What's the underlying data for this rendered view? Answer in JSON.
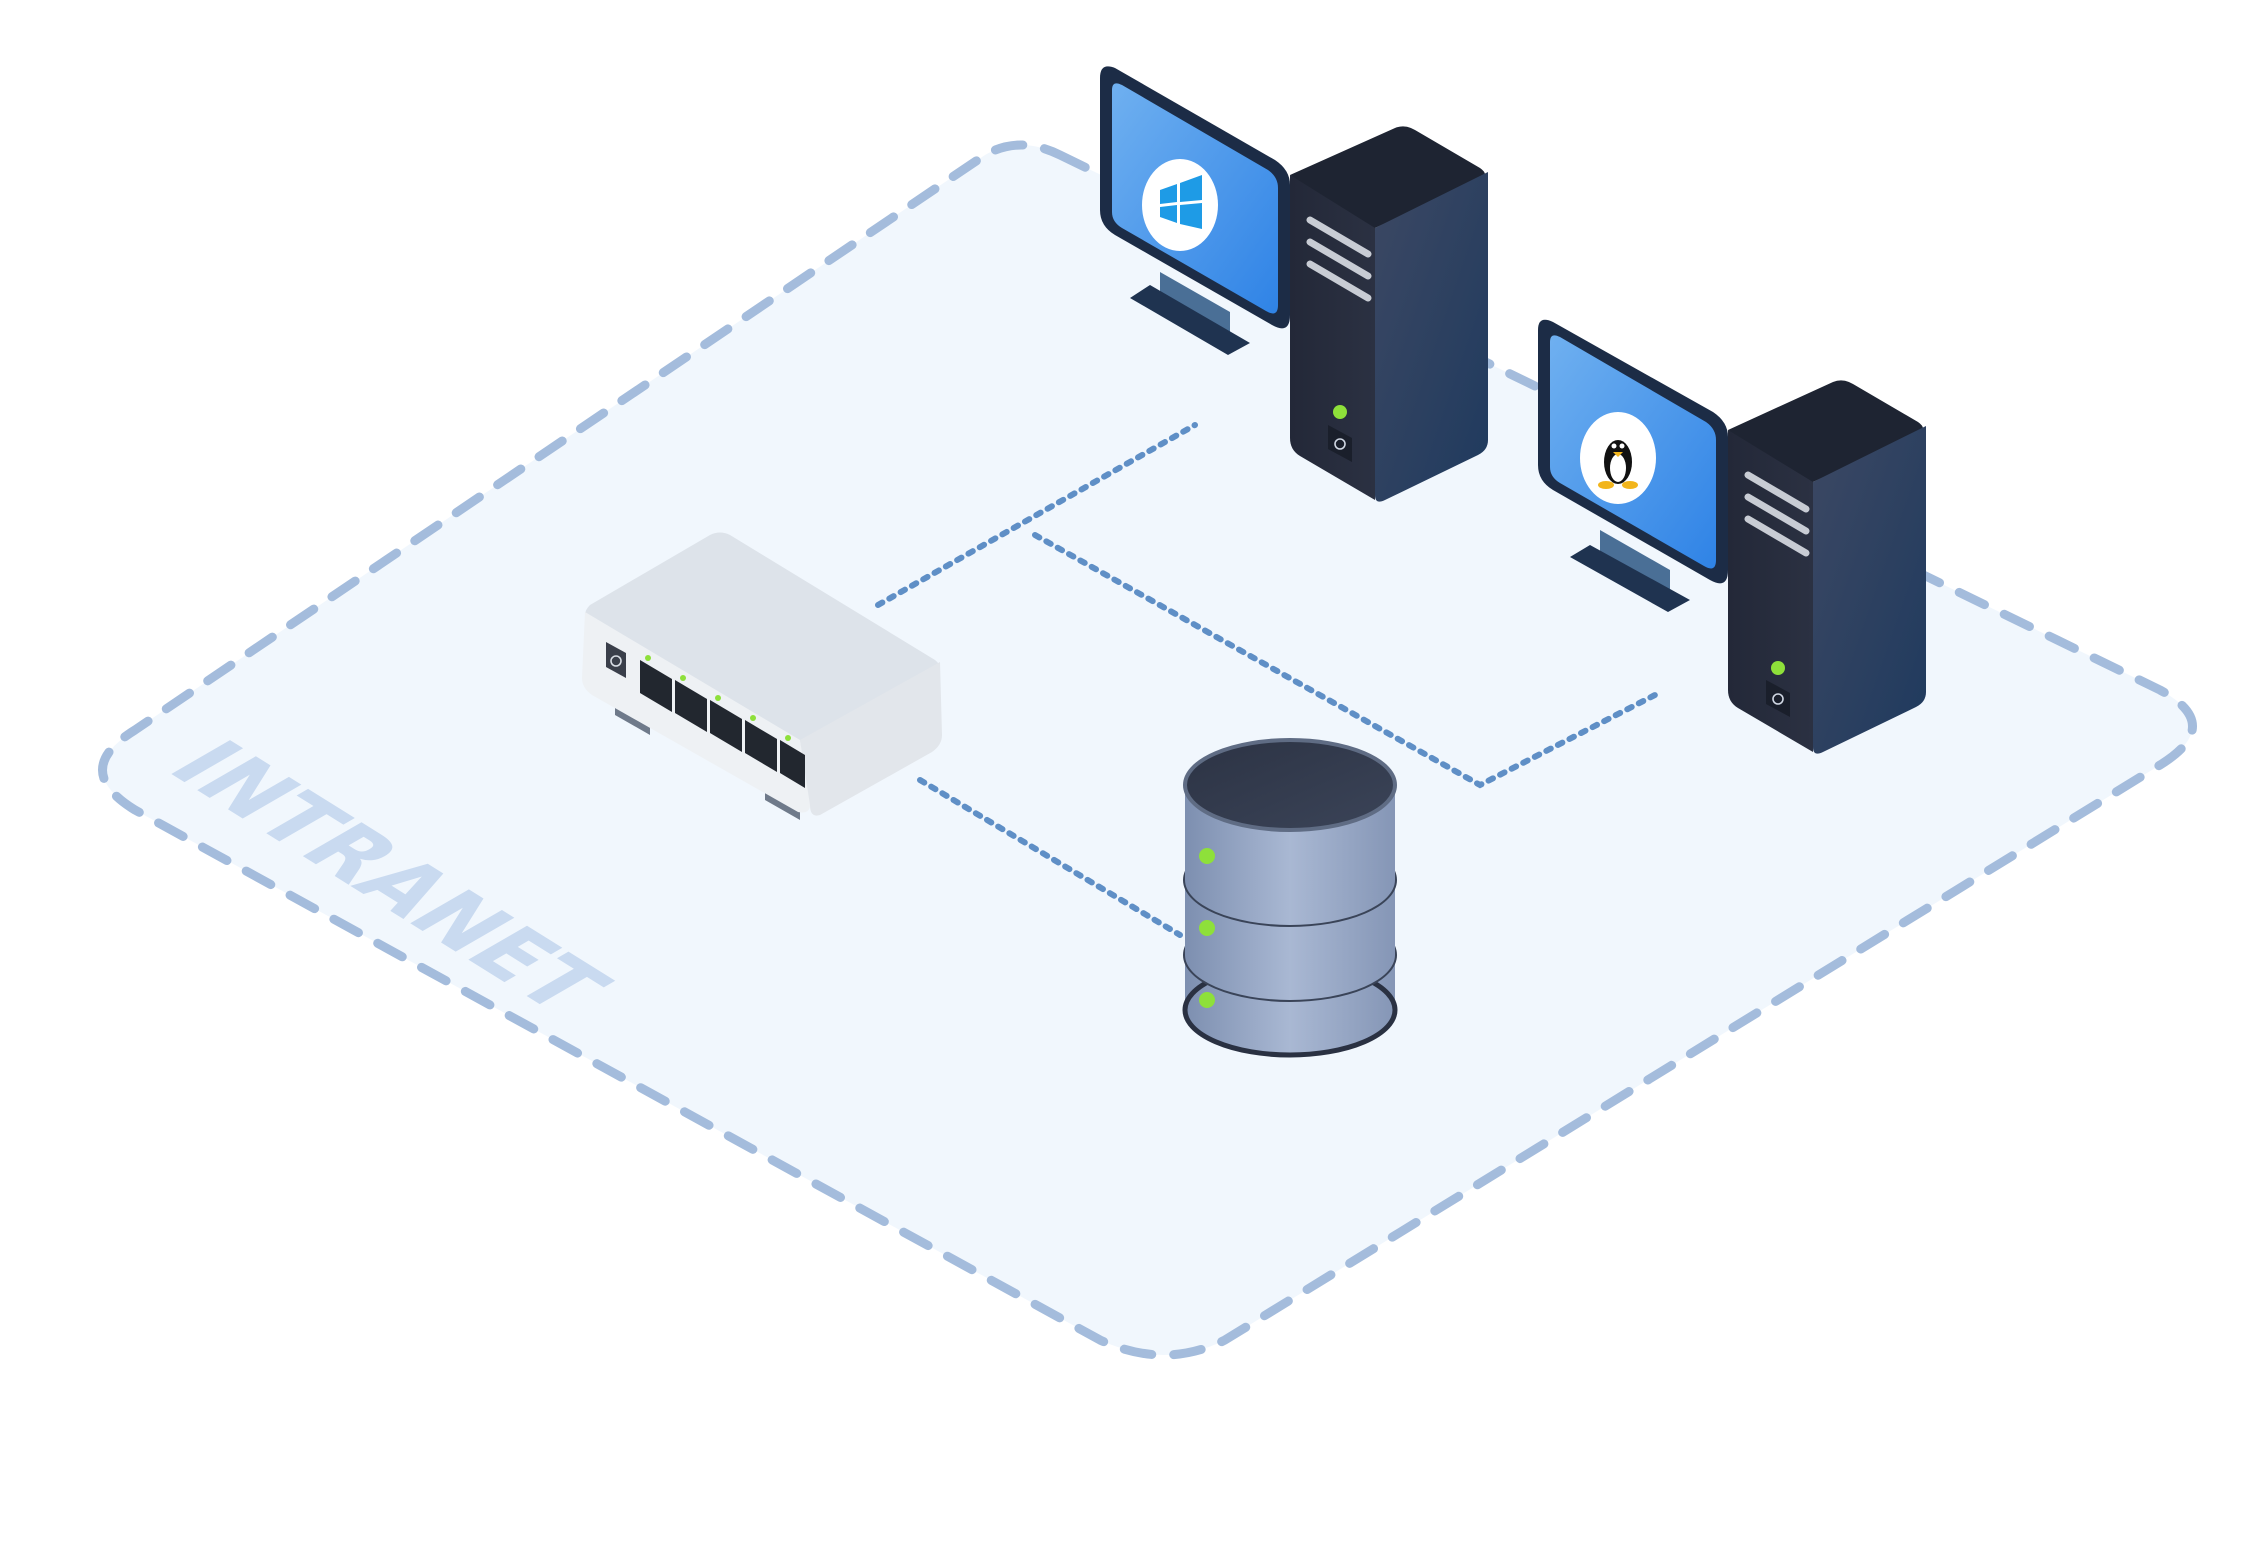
{
  "zone": {
    "label": "INTRANET",
    "fill": "#f1f7fd",
    "border": "#a4bcdc",
    "label_color": "#c9daf0"
  },
  "connections": {
    "color": "#5f8fc6"
  },
  "devices": {
    "switch": {
      "ports": 5,
      "led_color": "#8ee03a"
    },
    "windows_workstation": {
      "os_icon": "windows-logo-icon",
      "screen": "#4a93e8"
    },
    "linux_workstation": {
      "os_icon": "linux-tux-icon",
      "screen": "#4a93e8"
    },
    "database": {
      "disks": 3,
      "led_color": "#8ee03a"
    }
  },
  "colors": {
    "tower_dark": "#23293a",
    "tower_mid": "#2f3850",
    "tower_light": "#3a4867",
    "switch_top": "#dde3ea",
    "switch_front": "#eef1f4"
  }
}
